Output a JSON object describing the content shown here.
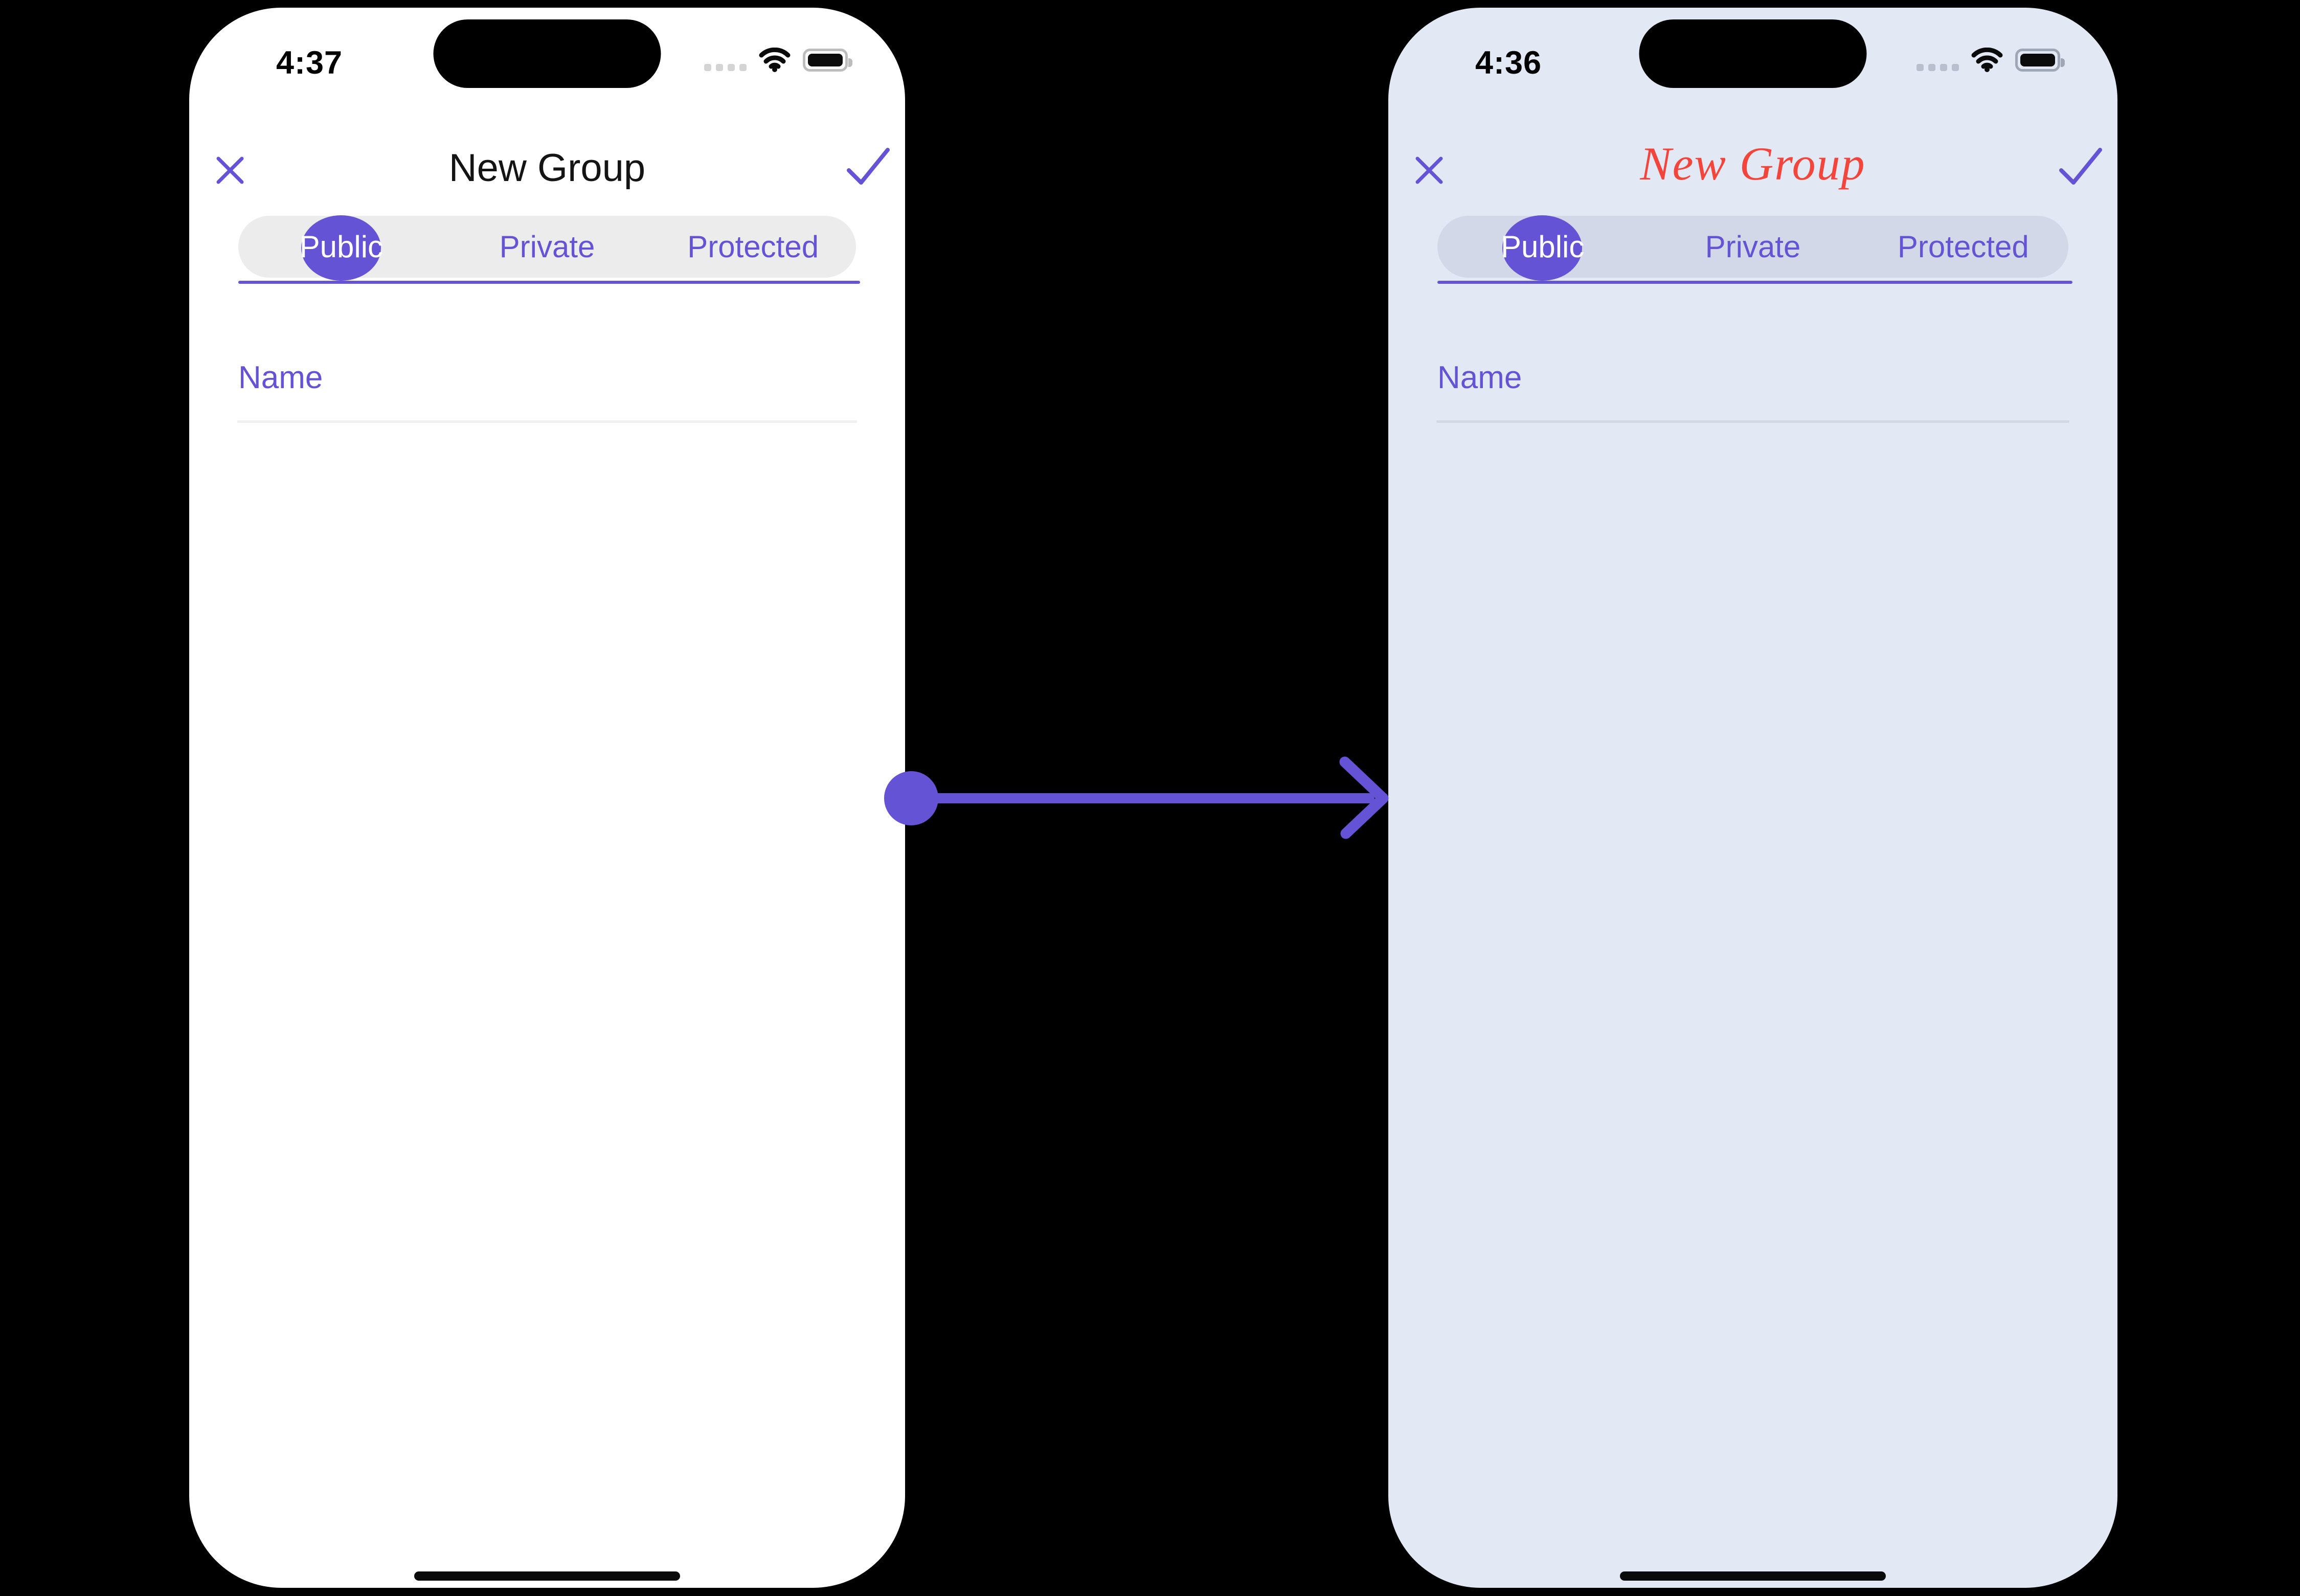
{
  "colors": {
    "accent_purple": "#6553d6",
    "script_title_red": "#f2463c",
    "left_phone_bg": "#ffffff",
    "right_phone_bg": "#e3e9f4",
    "left_pill_bg": "#ececec",
    "right_pill_bg": "#d2d8e7",
    "canvas_bg": "#000000"
  },
  "icons": {
    "close": "x-cross",
    "confirm": "checkmark",
    "cellular": "four-dots",
    "wifi": "wifi-arcs",
    "battery": "battery-full",
    "arrow": "right-arrow-with-origin-dot"
  },
  "left_phone": {
    "time": "4:37",
    "title": "New Group",
    "tabs": [
      {
        "label": "Public",
        "selected": true
      },
      {
        "label": "Private",
        "selected": false
      },
      {
        "label": "Protected",
        "selected": false
      }
    ],
    "name_placeholder": "Name"
  },
  "right_phone": {
    "time": "4:36",
    "title": "New Group",
    "tabs": [
      {
        "label": "Public",
        "selected": true
      },
      {
        "label": "Private",
        "selected": false
      },
      {
        "label": "Protected",
        "selected": false
      }
    ],
    "name_placeholder": "Name"
  }
}
